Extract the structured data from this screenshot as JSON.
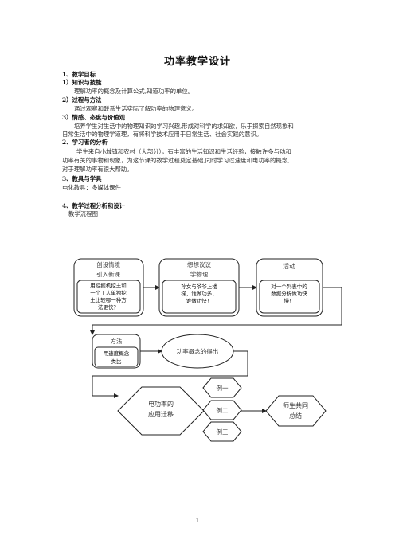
{
  "title": "功率教学设计",
  "body": {
    "l1": "1、教学目标",
    "l2": "1）知识与技能",
    "l3": "理解功率的概念及计算公式,知道功率的单位。",
    "l4": "2）过程与方法",
    "l5": "通过观察和联系生活实际了解功率的物理意义。",
    "l6": "3）情感、态度与价值观",
    "l7": "培养学生对生活中的物理知识的学习兴趣,形成对科学的求知欲，乐于探索自然现象和",
    "l8": "日常生活中的物理学道理，有将科学技术应用于日常生活、社会实践的意识。",
    "l9": "2、学习者的分析",
    "l10": "学生来自小城镇和农村（大部分），有丰富的生活知识和生活经验，接触许多与功和",
    "l11": "功率有关的事物和现象，为这节课的教学过程奠定基础,同时学习过速度和电功率的概念,",
    "l12": "对于理解功率有很大帮助。",
    "l13": "3、教具与学具",
    "l14": "电化教具：多媒体课件",
    "l15": "4、教学过程分析和设计",
    "l16": "教学流程图"
  },
  "flow": {
    "box1_head1": "创设情境",
    "box1_head2": "引入新课",
    "box1_l1": "用挖掘机挖土和",
    "box1_l2": "一个工人单独挖",
    "box1_l3": "土比较哪一种方",
    "box1_l4": "法更快？",
    "box2_head1": "想想议议",
    "box2_head2": "学物理",
    "box2_l1": "孙女与爷爷上楼",
    "box2_l2": "梯，谁做功多，",
    "box2_l3": "谁做功快！",
    "box3_head": "活动",
    "box3_l1": "对一个列表中的",
    "box3_l2": "数据分析做功快",
    "box3_l3": "慢！",
    "method_head": "方法",
    "method_l1": "用速度概念",
    "method_l2": "类比",
    "concept": "功率概念的得出",
    "migrate_l1": "电功率的",
    "migrate_l2": "应用迁移",
    "examples": [
      "例一",
      "例二",
      "例三"
    ],
    "summary_l1": "师生共同",
    "summary_l2": "总结"
  },
  "page_number": "1"
}
